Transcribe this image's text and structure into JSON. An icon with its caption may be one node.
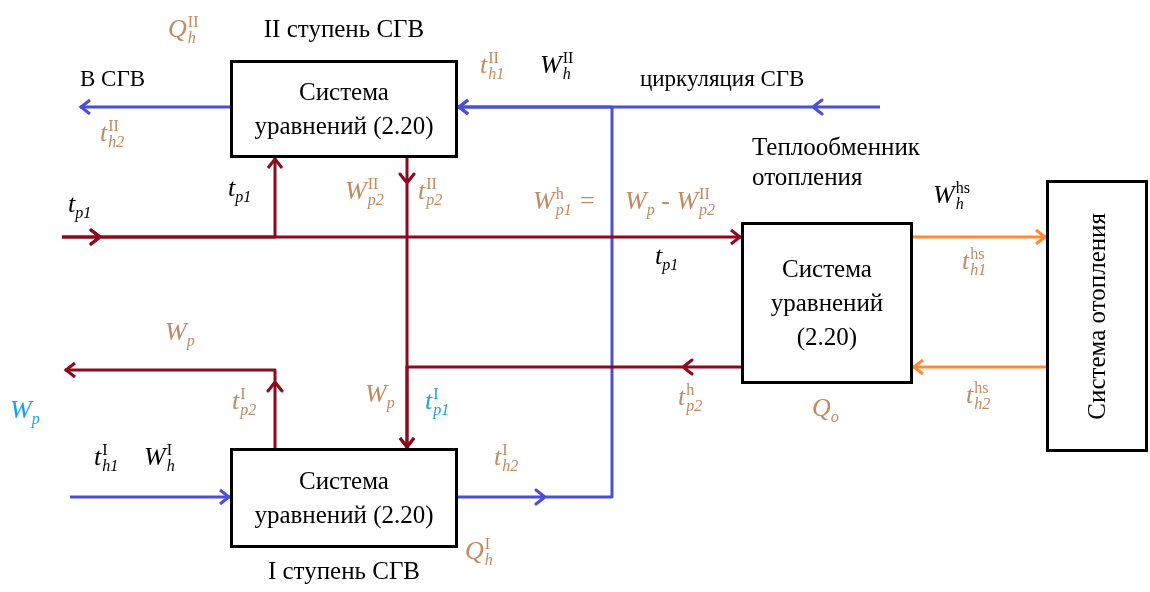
{
  "diagram": {
    "nodes": [
      {
        "text": [
          "II ступень СГВ",
          "Система уравнений (2.20)"
        ],
        "beside": [
          "Q$_{h}$$^{II}$"
        ]
      },
      {
        "text": [
          "Теплообменник отопления",
          "Система уравнений (2.20)"
        ],
        "beside": [
          "Q$_{o}$"
        ]
      },
      {
        "text": [
          "Система отопления"
        ]
      },
      {
        "text": [
          "Система уравнений (2.20)",
          "I ступень СГВ"
        ],
        "beside": [
          "Q$_{h}$$^{I}$"
        ]
      }
    ],
    "edges": [
      {
        "from": 0,
        "to": null,
        "arrow": "to",
        "color": "#4b4fd6"
      },
      {
        "from": null,
        "to": 0,
        "arrow": "to",
        "color": "#4b4fd6"
      },
      {
        "from": 3,
        "to": 0,
        "arrow": "to",
        "color": "#4b4fd6"
      },
      {
        "from": null,
        "to": 3,
        "arrow": "to",
        "color": "#4b4fd6"
      },
      {
        "from": 1,
        "to": 2,
        "arrow": "to",
        "color": "#ff8a33"
      },
      {
        "from": 2,
        "to": 1,
        "arrow": "to",
        "color": "#ff8a33"
      },
      {
        "from": null,
        "to": 0,
        "arrow": "to"
      },
      {
        "from": null,
        "to": 1,
        "arrow": "to"
      },
      {
        "from": 0,
        "to": 3,
        "arrow": "to"
      },
      {
        "from": 1,
        "to": 3,
        "arrow": "to"
      },
      {
        "from": 3,
        "to": null,
        "arrow": "to"
      }
    ],
    "labels": [
      "В СГВ",
      "t$_{h1}$$^{II}$",
      "W$_{h}$$^{II}$",
      "циркуляция СГВ",
      "t$_{h2}$$^{II}$",
      "t$_{p1}$",
      "W$_{p2}$$^{II}$",
      "t$_{p2}$$^{II}$",
      "W$_{p1}$$^{h}$ =",
      "W$_{p}$ - W$_{p2}$$^{II}$",
      "W$_{h}$$^{hs}$",
      "t$_{p1}$",
      "t$_{p1}$",
      "t$_{h1}$$^{hs}$",
      "W$_{p}$",
      "W$_{p}$",
      "t$_{p2}$$^{I}$",
      "W$_{p}$",
      "t$_{p1}$$^{I}$",
      "t$_{p2}$$^{h}$",
      "t$_{h2}$$^{hs}$",
      "t$_{h1}$$^{I}$",
      "W$_{h}$$^{I}$",
      "t$_{h2}$$^{I}$"
    ]
  }
}
